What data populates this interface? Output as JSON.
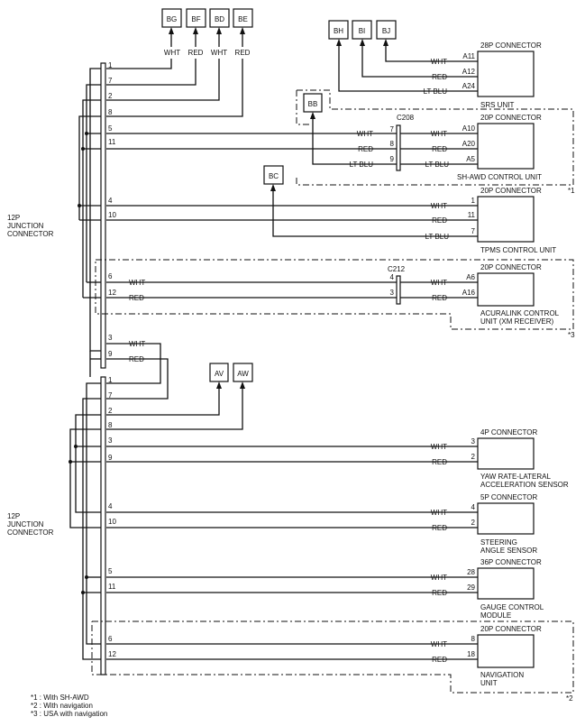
{
  "top_connectors": [
    {
      "id": "BG",
      "wire": "WHT"
    },
    {
      "id": "BF",
      "wire": "RED"
    },
    {
      "id": "BD",
      "wire": "WHT"
    },
    {
      "id": "BE",
      "wire": "RED"
    }
  ],
  "srs_refs": [
    "BH",
    "BI",
    "BJ"
  ],
  "bb": "BB",
  "bc": "BC",
  "av": "AV",
  "aw": "AW",
  "junction_label": [
    "12P",
    "JUNCTION",
    "CONNECTOR"
  ],
  "junction_label2": [
    "12P",
    "JUNCTION",
    "CONNECTOR"
  ],
  "upper_pins": [
    "1",
    "7",
    "2",
    "8",
    "5",
    "11",
    "4",
    "10",
    "6",
    "12",
    "3",
    "9"
  ],
  "lower_pins": [
    "1",
    "7",
    "2",
    "8",
    "3",
    "9",
    "4",
    "10",
    "5",
    "11",
    "6",
    "12"
  ],
  "c208": "C208",
  "c212": "C212",
  "c208_pins": [
    "7",
    "8",
    "9"
  ],
  "c212_pins": [
    "4",
    "3"
  ],
  "wires": {
    "wht": "WHT",
    "red": "RED",
    "ltblu": "LT BLU"
  },
  "units": {
    "srs": {
      "connector": "28P CONNECTOR",
      "name": "SRS UNIT",
      "pins": [
        "A11",
        "A12",
        "A24"
      ],
      "wires": [
        "WHT",
        "RED",
        "LT BLU"
      ]
    },
    "sh_awd": {
      "connector": "20P CONNECTOR",
      "name": "SH-AWD CONTROL UNIT",
      "pins": [
        "A10",
        "A20",
        "A5"
      ],
      "wires": [
        "WHT",
        "RED",
        "LT BLU"
      ],
      "left_wires": [
        "WHT",
        "RED",
        "LT BLU"
      ]
    },
    "tpms": {
      "connector": "20P CONNECTOR",
      "name": "TPMS CONTROL UNIT",
      "pins": [
        "1",
        "11",
        "7"
      ],
      "wires": [
        "WHT",
        "RED",
        "LT BLU"
      ]
    },
    "acuralink": {
      "connector": "20P CONNECTOR",
      "name1": "ACURALINK CONTROL",
      "name2": "UNIT (XM RECEIVER)",
      "pins": [
        "A6",
        "A16"
      ],
      "wires": [
        "WHT",
        "RED"
      ],
      "left_wires": [
        "WHT",
        "RED"
      ]
    },
    "yaw": {
      "connector": "4P CONNECTOR",
      "name1": "YAW RATE-LATERAL",
      "name2": "ACCELERATION SENSOR",
      "pins": [
        "3",
        "2"
      ],
      "wires": [
        "WHT",
        "RED"
      ]
    },
    "steer": {
      "connector": "5P CONNECTOR",
      "name1": "STEERING",
      "name2": "ANGLE SENSOR",
      "pins": [
        "4",
        "2"
      ],
      "wires": [
        "WHT",
        "RED"
      ]
    },
    "gauge": {
      "connector": "36P CONNECTOR",
      "name1": "GAUGE CONTROL",
      "name2": "MODULE",
      "pins": [
        "28",
        "29"
      ],
      "wires": [
        "WHT",
        "RED"
      ]
    },
    "nav": {
      "connector": "20P CONNECTOR",
      "name1": "NAVIGATION",
      "name2": "UNIT",
      "pins": [
        "8",
        "18"
      ],
      "wires": [
        "WHT",
        "RED"
      ]
    }
  },
  "loop_wires": [
    "WHT",
    "RED"
  ],
  "marks": {
    "m1": "*1",
    "m2": "*2",
    "m3": "*3"
  },
  "notes": [
    "*1 : With SH-AWD",
    "*2 : With navigation",
    "*3 : USA with navigation"
  ]
}
